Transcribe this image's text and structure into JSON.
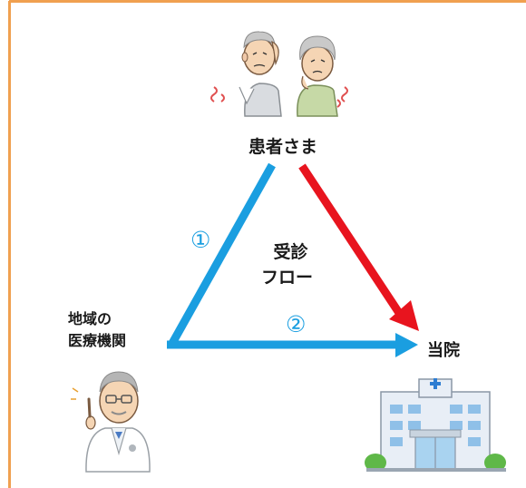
{
  "diagram": {
    "nodes": {
      "patients": {
        "label": "患者さま"
      },
      "clinic": {
        "label_line1": "地域の",
        "label_line2": "医療機関"
      },
      "hospital": {
        "label": "当院"
      }
    },
    "center_label": {
      "line1": "受診",
      "line2": "フロー"
    },
    "edges": [
      {
        "from": "clinic",
        "to": "patients",
        "number": "①",
        "color": "#1a9ee0"
      },
      {
        "from": "clinic",
        "to": "hospital",
        "number": "②",
        "color": "#1a9ee0"
      },
      {
        "from": "patients",
        "to": "hospital",
        "number": "",
        "color": "#e8141e"
      }
    ],
    "colors": {
      "frame_border": "#f0a050",
      "blue": "#1a9ee0",
      "red": "#e8141e",
      "text": "#1a1a1a"
    },
    "icons": [
      "elderly-patients-icon",
      "doctor-icon",
      "hospital-building-icon"
    ]
  }
}
